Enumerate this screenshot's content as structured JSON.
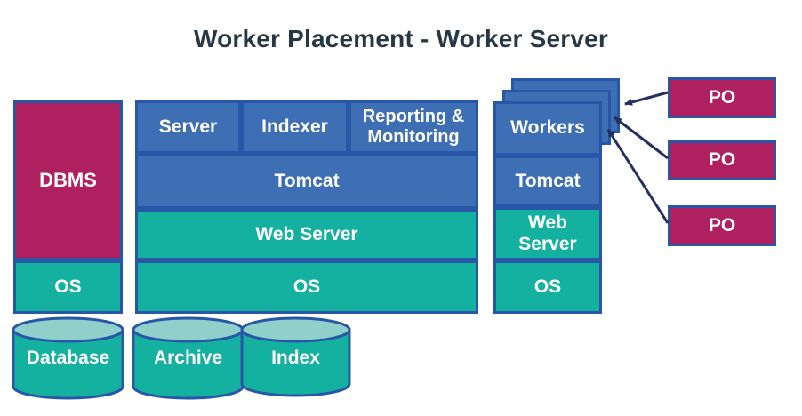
{
  "title": "Worker Placement - Worker Server",
  "colors": {
    "box_blue": "#3E6FB5",
    "box_teal": "#14B1A1",
    "box_magenta": "#AF2060",
    "border_blue": "#2757A6",
    "arrow_navy": "#242E5F",
    "cylinder_top": "#8FD0CB",
    "title_text": "#273744"
  },
  "db_stack": {
    "dbms": "DBMS",
    "os": "OS"
  },
  "app_stack": {
    "server": "Server",
    "indexer": "Indexer",
    "reporting": "Reporting & Monitoring",
    "tomcat": "Tomcat",
    "web_server": "Web Server",
    "os": "OS"
  },
  "worker_stack": {
    "workers": "Workers",
    "tomcat": "Tomcat",
    "web_server": "Web Server",
    "os": "OS"
  },
  "po_boxes": [
    {
      "label": "PO"
    },
    {
      "label": "PO"
    },
    {
      "label": "PO"
    }
  ],
  "cylinders": [
    {
      "label": "Database"
    },
    {
      "label": "Archive"
    },
    {
      "label": "Index"
    }
  ]
}
